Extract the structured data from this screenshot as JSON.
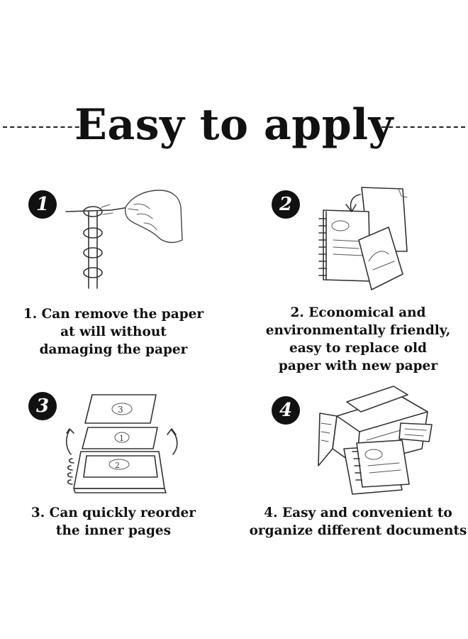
{
  "title": "Easy to apply",
  "steps": [
    {
      "number": "1",
      "caption": "1. Can remove the paper\nat will without\ndamaging the paper",
      "illustration": "hand-removing-page-from-ring-binder"
    },
    {
      "number": "2",
      "caption": "2. Economical and\nenvironmentally friendly,\neasy to replace old\npaper with new paper",
      "illustration": "replacing-paper-in-notebook"
    },
    {
      "number": "3",
      "caption": "3. Can quickly reorder\nthe inner pages",
      "illustration": "reordering-stacked-pages"
    },
    {
      "number": "4",
      "caption": "4. Easy and convenient to\norganize different documents",
      "illustration": "printer-with-documents"
    }
  ]
}
